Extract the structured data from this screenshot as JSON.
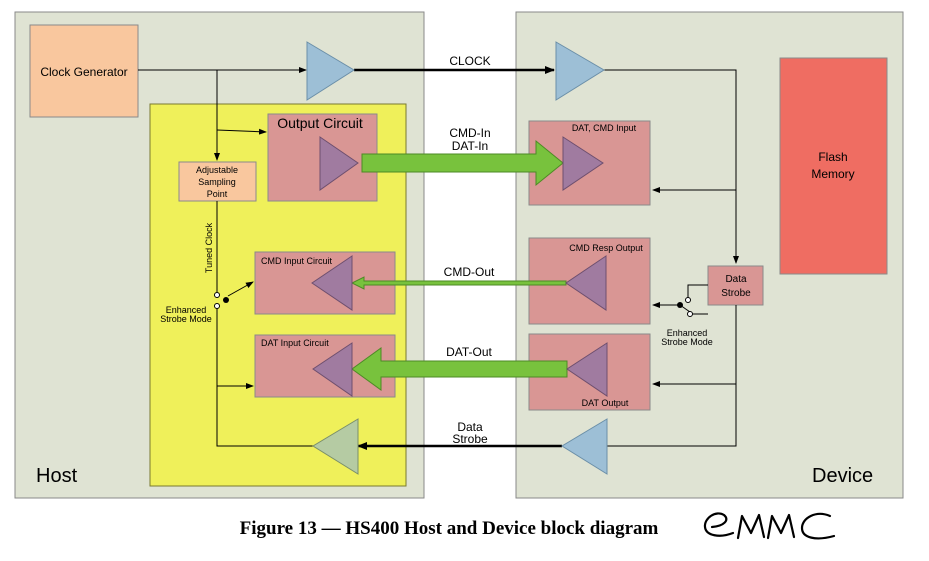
{
  "host": {
    "label": "Host",
    "clock_generator": "Clock Generator",
    "output_circuit": "Output Circuit",
    "adjustable_sampling_point": [
      "Adjustable",
      "Sampling",
      "Point"
    ],
    "tuned_clock": "Tuned Clock",
    "enhanced_strobe_mode": [
      "Enhanced",
      "Strobe Mode"
    ],
    "cmd_input_circuit": "CMD Input Circuit",
    "dat_input_circuit": "DAT Input Circuit"
  },
  "device": {
    "label": "Device",
    "flash_memory": [
      "Flash",
      "Memory"
    ],
    "dat_cmd_input": "DAT, CMD Input",
    "cmd_resp_output": "CMD Resp Output",
    "dat_output": "DAT Output",
    "data_strobe": [
      "Data",
      "Strobe"
    ],
    "enhanced_strobe_mode": [
      "Enhanced",
      "Strobe Mode"
    ]
  },
  "signals": {
    "clock": "CLOCK",
    "cmd_in_dat_in": [
      "CMD-In",
      "DAT-In"
    ],
    "cmd_out": "CMD-Out",
    "dat_out": "DAT-Out",
    "data_strobe": [
      "Data",
      "Strobe"
    ]
  },
  "caption": "Figure 13 — HS400 Host and Device block diagram",
  "handwritten_note": "eMMC",
  "colors": {
    "panel": "#dfe3d3",
    "host_inner": "#eff05a",
    "block": "#d99694",
    "flash": "#ef6d62",
    "clock_gen": "#f9c79e",
    "buffer_blue": "#9dbfd6",
    "buffer_purple": "#a07ba0",
    "buffer_green": "#b5cba3",
    "arrow_green": "#78c23d"
  }
}
